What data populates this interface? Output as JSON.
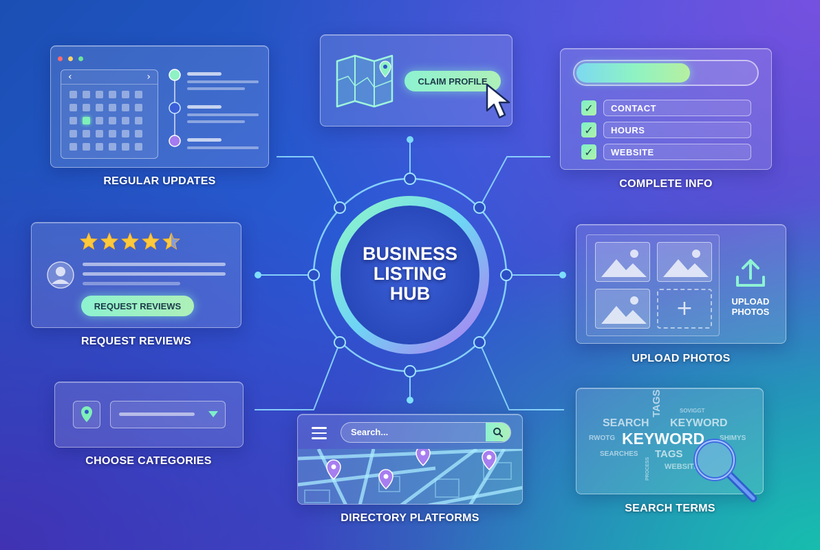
{
  "hub": {
    "title_lines": [
      "BUSINESS",
      "LISTING",
      "HUB"
    ]
  },
  "nodes": {
    "regular_updates": {
      "caption": "REGULAR UPDATES"
    },
    "claim_profile": {
      "button_label": "CLAIM PROFILE"
    },
    "complete_info": {
      "caption": "COMPLETE INFO",
      "progress": 0.63,
      "fields": [
        "CONTACT",
        "HOURS",
        "WEBSITE"
      ]
    },
    "request_reviews": {
      "caption": "REQUEST REVIEWS",
      "button_label": "REQUEST REVIEWS",
      "rating": 4.5,
      "max_rating": 5
    },
    "upload_photos": {
      "caption": "UPLOAD PHOTOS",
      "side_label_lines": [
        "UPLOAD",
        "PHOTOS"
      ]
    },
    "choose_categories": {
      "caption": "CHOOSE CATEGORIES"
    },
    "directory_platforms": {
      "caption": "DIRECTORY PLATFORMS",
      "search_placeholder": "Search..."
    },
    "search_terms": {
      "caption": "SEARCH TERMS",
      "words": [
        "SEARCH",
        "TAGS",
        "SOVIGGT",
        "KEYWORD",
        "RWOTG",
        "KEYWORD",
        "SHIMYS",
        "SEARCHES",
        "TAGS",
        "PROCESS",
        "WEBSITE"
      ]
    }
  },
  "colors": {
    "accent_mint": "#8df2d0",
    "accent_purple": "#a07ff0",
    "connector": "#7fd6ff"
  }
}
